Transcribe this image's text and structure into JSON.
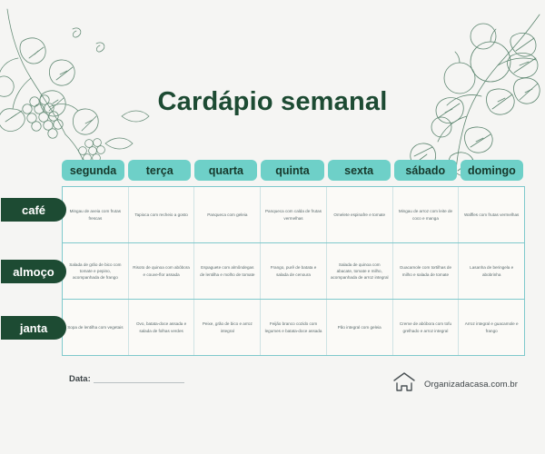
{
  "header": {
    "title": "Cardápio semanal"
  },
  "colors": {
    "background": "#f5f5f3",
    "title_green": "#1d4b33",
    "day_pill_teal": "#6ed0c8",
    "meal_tab_green": "#1d4b33",
    "grid_border": "#7fc9cc",
    "cell_text": "#5b6b6d",
    "cell_background": "#fbfaf7"
  },
  "days": [
    {
      "label": "segunda"
    },
    {
      "label": "terça"
    },
    {
      "label": "quarta"
    },
    {
      "label": "quinta"
    },
    {
      "label": "sexta"
    },
    {
      "label": "sábado"
    },
    {
      "label": "domingo"
    }
  ],
  "meals": [
    {
      "label": "café"
    },
    {
      "label": "almoço"
    },
    {
      "label": "janta"
    }
  ],
  "menu": {
    "cafe": [
      "Mingau de aveia com frutas frescas",
      "Tapioca com recheio a gosto",
      "Panqueca com geleia",
      "Panqueca com calda de frutas vermelhas",
      "Omelete espinafre e tomate",
      "Mingau de arroz com leite de coco e manga",
      "Waffles com frutas vermelhas"
    ],
    "almoco": [
      "Salada de grão de bico com tomate e pepino, acompanhada de frango",
      "Risoto de quinoa com abóbora e couve-flor assada",
      "Espaguete com almôndegas de lentilha e molho de tomate",
      "Frango, purê de batata e salada de cenoura",
      "Salada de quinoa com abacate, tomate e milho, acompanhada de arroz integral",
      "Guacamole com tortilhas de milho e salada de tomate",
      "Lasanha de beringela e abobrinha"
    ],
    "janta": [
      "Sopa de lentilha com vegetais",
      "Ovo, batata-doce assada e salada de folhas verdes",
      "Peixe, grão de bico e arroz integral",
      "Feijão branco cozido com legumes e batata-doce assada",
      "Pão integral com geleia",
      "Creme de abóbora com tofu grelhado e arroz integral",
      "Arroz integral e guacamole e frango"
    ]
  },
  "footer": {
    "date_label": "Data:",
    "date_value": "",
    "brand_name": "Organizadacasa.com.br"
  }
}
